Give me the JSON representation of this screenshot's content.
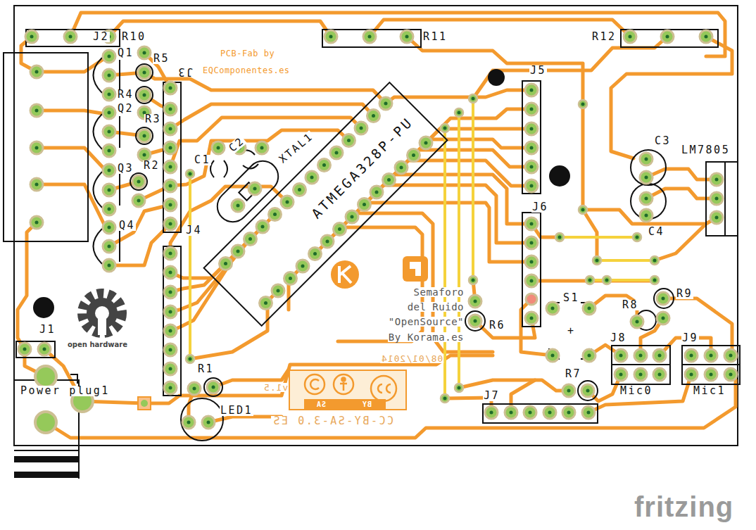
{
  "diagram": {
    "nodes": [
      {
        "text": [
          "ATMEGA328P-PU"
        ]
      },
      {
        "text": [
          "BY",
          "SA"
        ]
      }
    ],
    "labels": [
      "J2",
      "R10",
      "Q1",
      "R5",
      "PCB-Fab by",
      "EQComponentes.es",
      "J3",
      "R11",
      "R12",
      "J5",
      "R4",
      "Q2",
      "R3",
      "Q3",
      "R2",
      "Q4",
      "C1",
      "C2",
      "XTAL1",
      "C3",
      "LM7805",
      "C4",
      "J4",
      "J6",
      "R9",
      "R8",
      "S1",
      "+",
      "R6",
      "Semaforo",
      "del Ruido",
      "\"OpenSource\"",
      "By Korama.es",
      "08/01/2014",
      "v1.5",
      "CC-BY-SA-3.0 ES",
      "J1",
      "open hardware",
      "Power plug1",
      "R1",
      "LED1",
      "R7",
      "J7",
      "J8",
      "J9",
      "Mic0",
      "Mic1",
      "fritzing"
    ]
  }
}
